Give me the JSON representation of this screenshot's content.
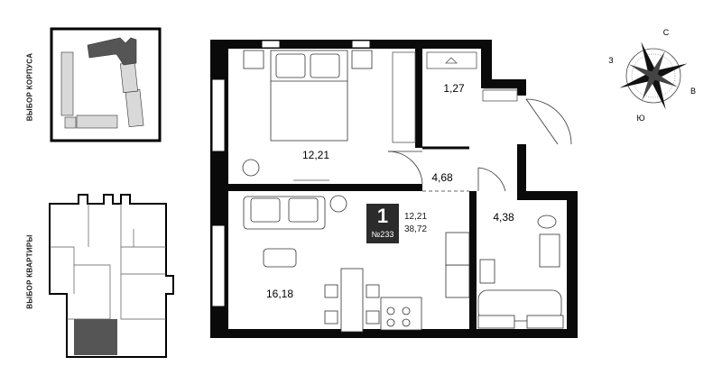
{
  "nav": {
    "building_select_label": "ВЫБОР КОРПУСА",
    "apartment_select_label": "ВЫБОР КВАРТИРЫ"
  },
  "apartment": {
    "rooms": "1",
    "number": "№233",
    "living_area": "12,21",
    "total_area": "38,72"
  },
  "room_areas": {
    "bedroom": "12,21",
    "wardrobe": "1,27",
    "hall": "4,68",
    "bathroom": "4,38",
    "living_kitchen": "16,18"
  },
  "compass": {
    "north": "С",
    "east": "В",
    "south": "Ю",
    "west": "З"
  },
  "colors": {
    "wall": "#0a0a0a",
    "selected_building": "#555555",
    "selected_unit": "#555555",
    "building_fill": "#d9d9d9",
    "badge_bg": "#2b2b2b"
  }
}
